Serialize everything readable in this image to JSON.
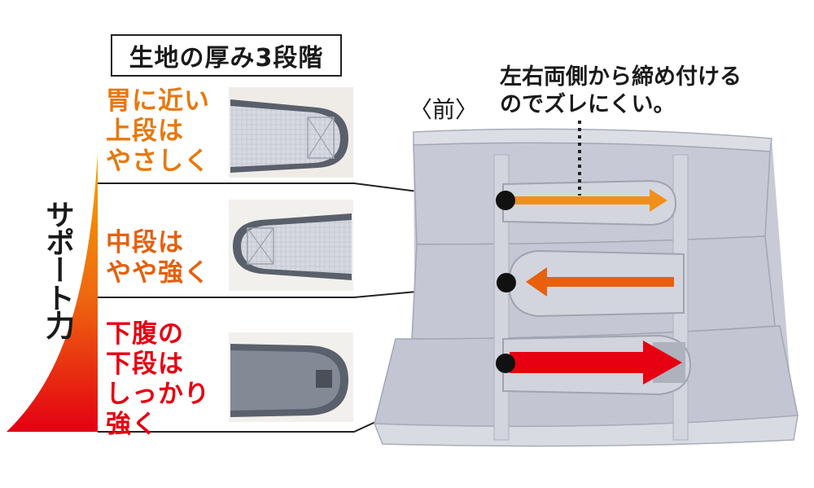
{
  "title": "生地の厚み3段階",
  "axis_label": "サポート力",
  "front_label": "〈前〉",
  "callout": {
    "line1": "左右両側から締め付ける",
    "line2": "のでズレにくい。"
  },
  "levels": [
    {
      "lines": [
        "胃に近い",
        "上段は",
        "やさしく"
      ],
      "color": "#e8780c"
    },
    {
      "lines": [
        "中段は",
        "やや強く"
      ],
      "color": "#e5600d"
    },
    {
      "lines": [
        "下腹の",
        "下段は",
        "しっかり",
        "強く"
      ],
      "color": "#e60012"
    }
  ],
  "arrows": {
    "top": "#f0901a",
    "middle": "#e8600e",
    "bottom": "#e60012"
  },
  "belt_color": "#c9ccd8"
}
